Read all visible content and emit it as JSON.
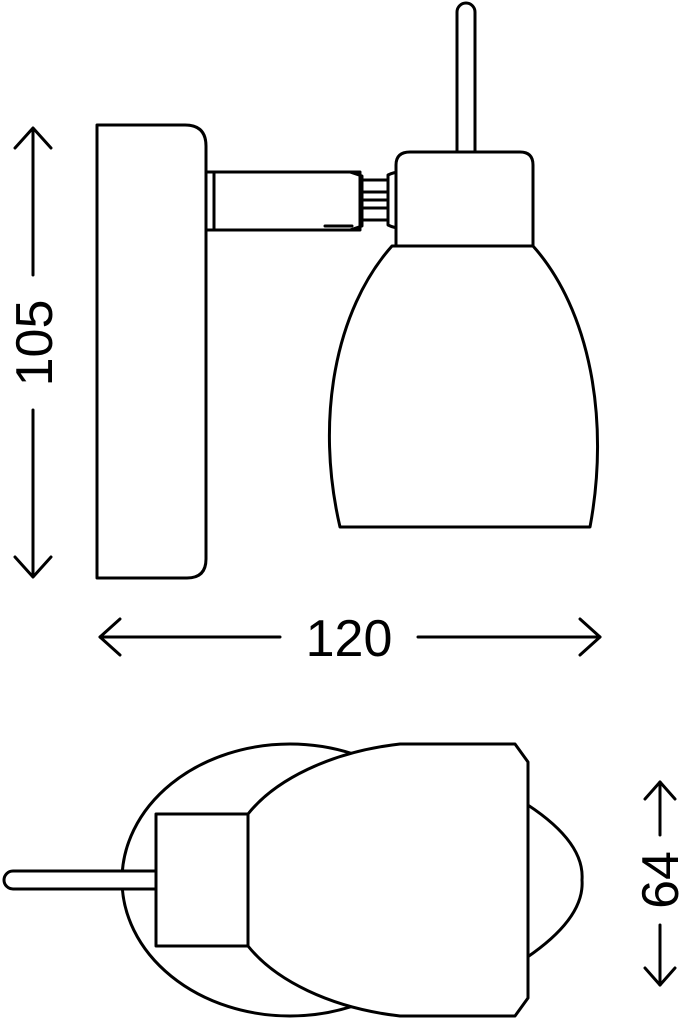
{
  "dimensions": {
    "height_label": "105",
    "width_label": "120",
    "depth_label": "64"
  },
  "colors": {
    "line": "#000000",
    "background": "#ffffff"
  }
}
